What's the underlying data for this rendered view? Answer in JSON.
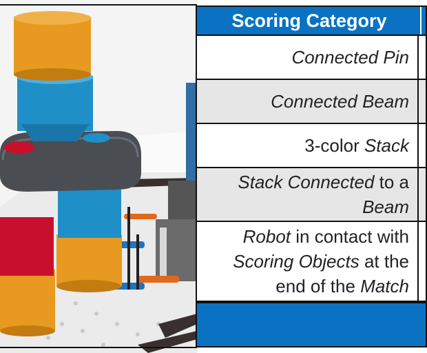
{
  "table": {
    "header": "Scoring Category",
    "rows": [
      {
        "lines": [
          [
            {
              "t": "Connected Pin",
              "i": true
            }
          ]
        ]
      },
      {
        "lines": [
          [
            {
              "t": "Connected Beam",
              "i": true
            }
          ]
        ]
      },
      {
        "lines": [
          [
            {
              "t": "3-color ",
              "i": false
            },
            {
              "t": "Stack",
              "i": true
            }
          ]
        ]
      },
      {
        "lines": [
          [
            {
              "t": "Stack Connected",
              "i": true
            },
            {
              "t": " to a",
              "i": false
            }
          ],
          [
            {
              "t": "Beam",
              "i": true
            }
          ]
        ]
      },
      {
        "lines": [
          [
            {
              "t": "Robot",
              "i": true
            },
            {
              "t": " in contact with",
              "i": false
            }
          ],
          [
            {
              "t": "Scoring Objects",
              "i": true
            },
            {
              "t": " at the",
              "i": false
            }
          ],
          [
            {
              "t": "end of the ",
              "i": false
            },
            {
              "t": "Match",
              "i": true
            }
          ]
        ]
      }
    ]
  },
  "colors": {
    "header_blue": "#0a72c2",
    "row_gray": "#e6e6e6",
    "orange": "#e79a1f",
    "cyan": "#1f8fc8",
    "red": "#c8102e",
    "dark_gray": "#4a4d52"
  }
}
